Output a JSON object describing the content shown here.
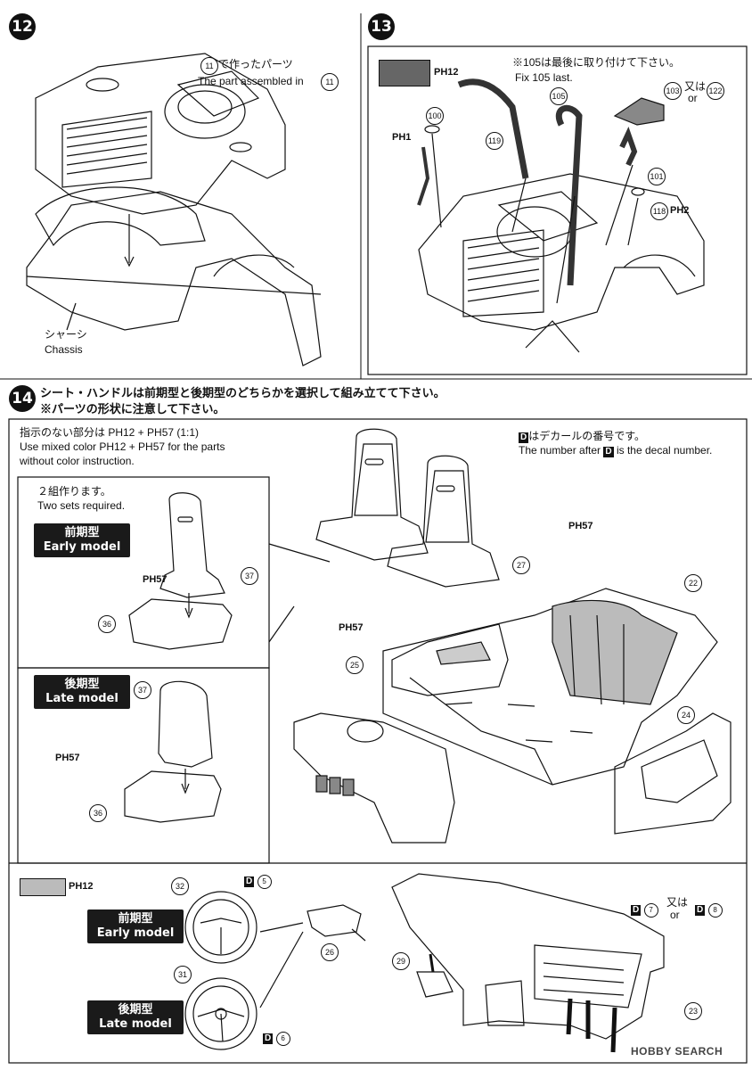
{
  "steps": {
    "s12": {
      "number": "12",
      "note_ref": "11",
      "note_jp": "で作ったパーツ",
      "note_en": "The part assembled in",
      "chassis_jp": "シャーシ",
      "chassis_en": "Chassis"
    },
    "s13": {
      "number": "13",
      "color_ph": "PH12",
      "fix_jp_prefix": "※",
      "fix_ref": "105",
      "fix_jp": "は最後に取り付けて下さい。",
      "fix_en": "Fix",
      "fix_en_suffix": "last.",
      "or_jp": "又は",
      "or_en": "or",
      "parts": [
        "100",
        "119",
        "105",
        "103",
        "122",
        "101",
        "118"
      ],
      "ph1": "PH1",
      "ph2": "PH2"
    },
    "s14": {
      "number": "14",
      "heading_1": "シート・ハンドルは前期型と後期型のどちらかを選択して組み立てて下さい。",
      "heading_2": "※パーツの形状に注意して下さい。",
      "color_note_jp": "指示のない部分は PH12 + PH57 (1:1)",
      "color_note_en_1": "Use mixed color PH12 + PH57 for the parts",
      "color_note_en_2": "without color instruction.",
      "decal_badge": "D",
      "decal_jp": "はデカールの番号です。",
      "decal_en_1": "The number after",
      "decal_en_2": "is the decal number.",
      "two_sets_jp": "２組作ります。",
      "two_sets_en": "Two sets required.",
      "early_jp": "前期型",
      "early_en": "Early model",
      "late_jp": "後期型",
      "late_en": "Late model",
      "ph57": "PH57",
      "ph12": "PH12",
      "parts": [
        "37",
        "36",
        "27",
        "22",
        "25",
        "24",
        "32",
        "31",
        "26",
        "29",
        "23"
      ],
      "decal_5": "5",
      "decal_6": "6",
      "decal_7": "7",
      "decal_8": "8",
      "or_jp": "又は",
      "or_en": "or"
    }
  },
  "watermark": "HOBBY SEARCH",
  "colors": {
    "dark_swatch": "#666666",
    "light_swatch": "#bbbbbb",
    "badge": "#1a1a1a"
  }
}
